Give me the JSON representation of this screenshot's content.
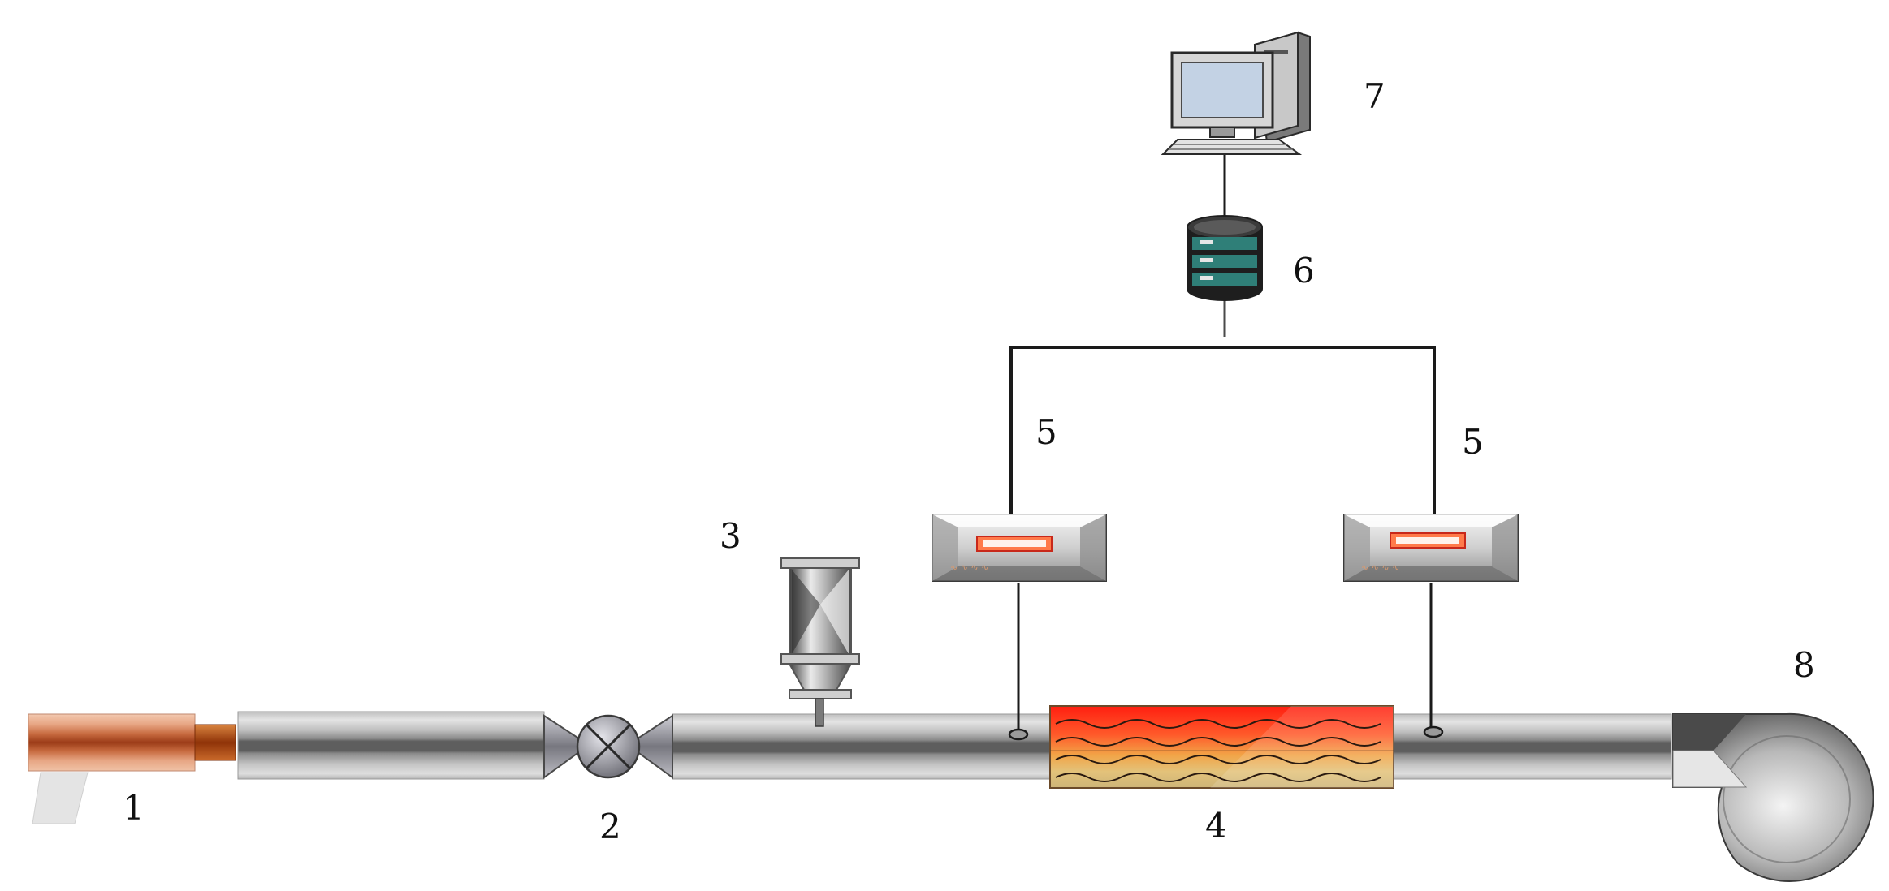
{
  "labels": {
    "gun": "1",
    "valve": "2",
    "injector": "3",
    "heater": "4",
    "sensor_left": "5",
    "sensor_right": "5",
    "database": "6",
    "computer": "7",
    "fan": "8"
  },
  "colors": {
    "pipe_light": "#dcdcdc",
    "pipe_mid": "#a9a9a9",
    "pipe_core": "#5f5f5f",
    "copper": "#c8623a",
    "copper_light": "#e8a27e",
    "heater_hot": "#ff2a1a",
    "heater_warm": "#f39a3a",
    "heater_cool": "#d8c07a",
    "wire": "#1a1a1a",
    "db_teal": "#2f7f78"
  }
}
